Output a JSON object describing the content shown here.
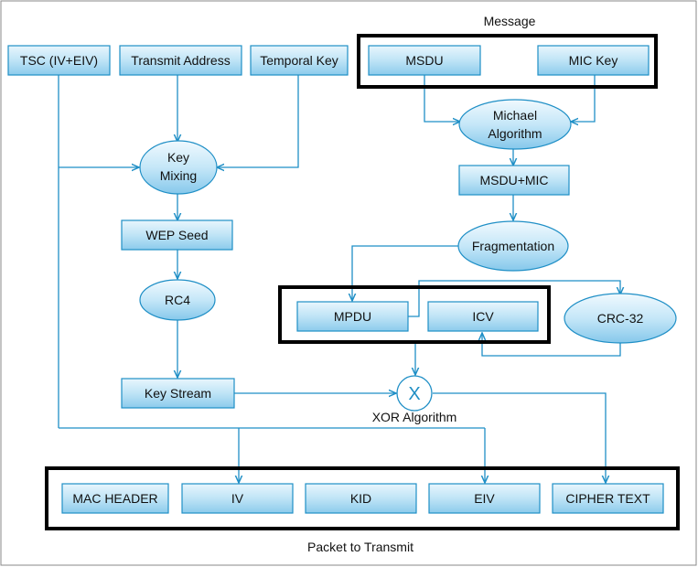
{
  "groups": {
    "message": "Message",
    "packet": "Packet to Transmit"
  },
  "inputs": {
    "tsc": "TSC (IV+EIV)",
    "transmit_address": "Transmit Address",
    "temporal_key": "Temporal Key",
    "msdu": "MSDU",
    "mic_key": "MIC Key"
  },
  "process": {
    "key_mixing": [
      "Key",
      "Mixing"
    ],
    "wep_seed": "WEP Seed",
    "rc4": "RC4",
    "key_stream": "Key Stream",
    "michael": [
      "Michael",
      "Algorithm"
    ],
    "msdu_mic": "MSDU+MIC",
    "fragmentation": "Fragmentation",
    "mpdu": "MPDU",
    "icv": "ICV",
    "crc32": "CRC-32",
    "xor_symbol": "X",
    "xor_label": "XOR Algorithm"
  },
  "packet_fields": {
    "mac_header": "MAC HEADER",
    "iv": "IV",
    "kid": "KID",
    "eiv": "EIV",
    "cipher_text": "CIPHER TEXT"
  }
}
